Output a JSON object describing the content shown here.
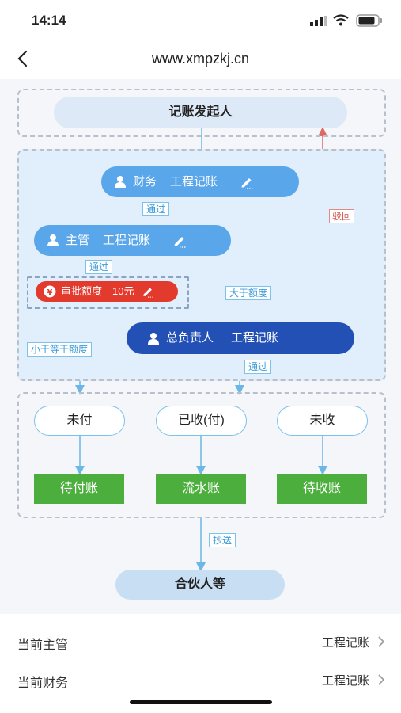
{
  "status": {
    "time": "14:14"
  },
  "nav": {
    "title": "www.xmpzkj.cn"
  },
  "flow": {
    "initiator": "记账发起人",
    "finance": {
      "role": "财务",
      "book": "工程记账"
    },
    "manager": {
      "role": "主管",
      "book": "工程记账"
    },
    "approval": {
      "label": "审批额度",
      "amount": "10元"
    },
    "general": {
      "role": "总负责人",
      "book": "工程记账"
    },
    "pass1": "通过",
    "pass2": "通过",
    "pass3": "通过",
    "greater": "大于额度",
    "lessequal": "小于等于额度",
    "reject": "驳回",
    "statuses": [
      "未付",
      "已收(付)",
      "未收"
    ],
    "ledgers": [
      "待付账",
      "流水账",
      "待收账"
    ],
    "cc": "抄送",
    "partners": "合伙人等"
  },
  "colors": {
    "light_blue": "#5aa6ea",
    "dark_blue": "#2250b5",
    "red": "#e23b2e",
    "green": "#4caf3d",
    "connector_red": "#e06666"
  },
  "settings": [
    {
      "label": "当前主管",
      "value": "工程记账"
    },
    {
      "label": "当前财务",
      "value": "工程记账"
    }
  ]
}
